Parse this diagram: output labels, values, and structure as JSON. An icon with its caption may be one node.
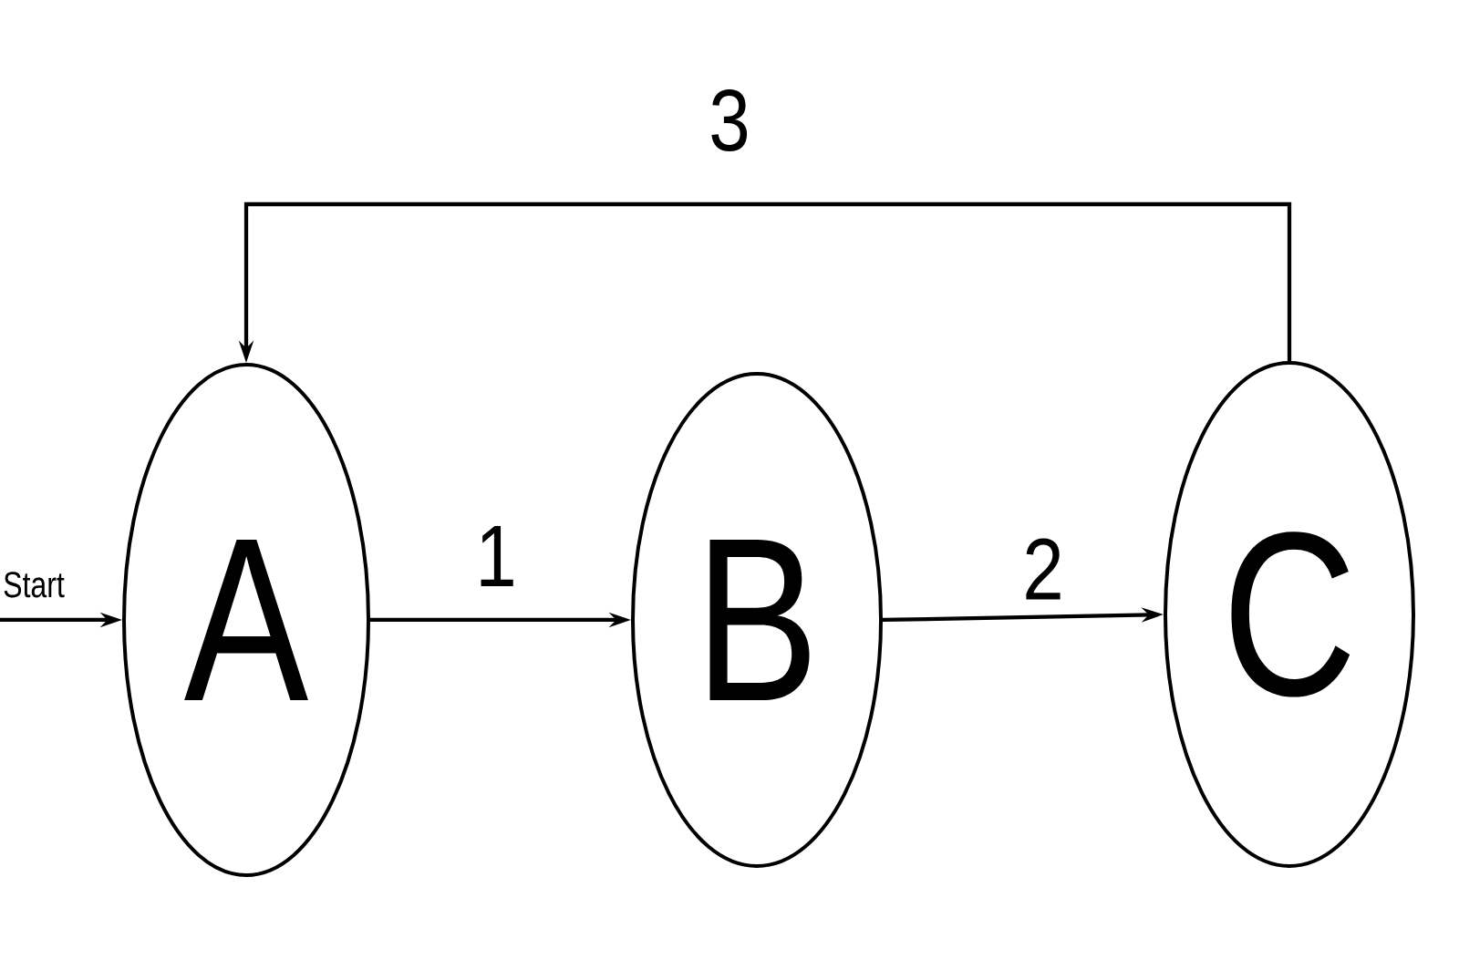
{
  "diagram": {
    "nodes": [
      {
        "text": [
          "Start"
        ]
      },
      {
        "text": [
          "A"
        ]
      },
      {
        "text": [
          "B"
        ]
      },
      {
        "text": [
          "C"
        ]
      }
    ],
    "edges": [
      {
        "from": 0,
        "to": 1,
        "arrow": "to"
      },
      {
        "from": 1,
        "to": 2,
        "arrow": "to",
        "label": "1"
      },
      {
        "from": 2,
        "to": 3,
        "arrow": "to",
        "label": "2"
      },
      {
        "from": 3,
        "to": 1,
        "arrow": "to",
        "label": "3"
      }
    ]
  }
}
